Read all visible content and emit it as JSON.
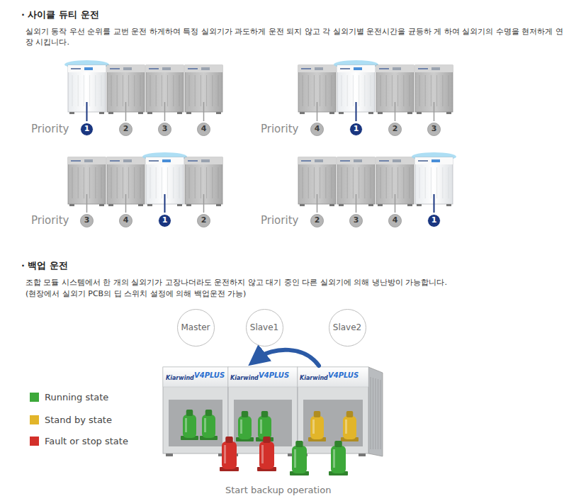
{
  "diagram": {
    "nodes": [
      {
        "text": [
          "1"
        ]
      },
      {
        "text": [
          "2"
        ]
      },
      {
        "text": [
          "3"
        ]
      },
      {
        "text": [
          "4"
        ]
      },
      {
        "text": [
          "4"
        ]
      },
      {
        "text": [
          "1"
        ]
      },
      {
        "text": [
          "2"
        ]
      },
      {
        "text": [
          "3"
        ]
      },
      {
        "text": [
          "3"
        ]
      },
      {
        "text": [
          "4"
        ]
      },
      {
        "text": [
          "1"
        ]
      },
      {
        "text": [
          "2"
        ]
      },
      {
        "text": [
          "2"
        ]
      },
      {
        "text": [
          "3"
        ]
      },
      {
        "text": [
          "4"
        ]
      },
      {
        "text": [
          "1"
        ]
      },
      {
        "text": [
          "Master"
        ]
      },
      {
        "text": [
          "Slave1"
        ]
      },
      {
        "text": [
          "Slave2"
        ]
      }
    ],
    "labels": [
      "· 사이클 듀티 운전",
      "실외기 동작 우선 순위를 교번 운전 하게하여 특정 실외기가 과도하게 운전 되지 않고 각 실외기별 운전시간을 균등하 게 하여 실외기의 수명을 현저하게 연장 시킵니다.",
      "Priority",
      "Priority",
      "Priority",
      "Priority",
      "· 백업 운전",
      "조합 모듈 시스템에서 한 개의 실외기가 고장나더라도 운전하지 않고 대기 중인 다른 실외기에 의해 냉난방이 가능합니다.",
      "(현장에서 실외기 PCB의 딥 스위치 설정에 의해 백업운전 가능)",
      "Kiarwind",
      "V4PLUS",
      "Kiarwind",
      "V4PLUS",
      "Kiarwind",
      "V4PLUS",
      "Start backup operation"
    ],
    "legend": [
      {
        "text": "Running state",
        "color": "#3da83a"
      },
      {
        "text": "Stand by state",
        "color": "#e2b52a"
      },
      {
        "text": "Fault or stop state",
        "color": "#d3302a"
      }
    ]
  }
}
